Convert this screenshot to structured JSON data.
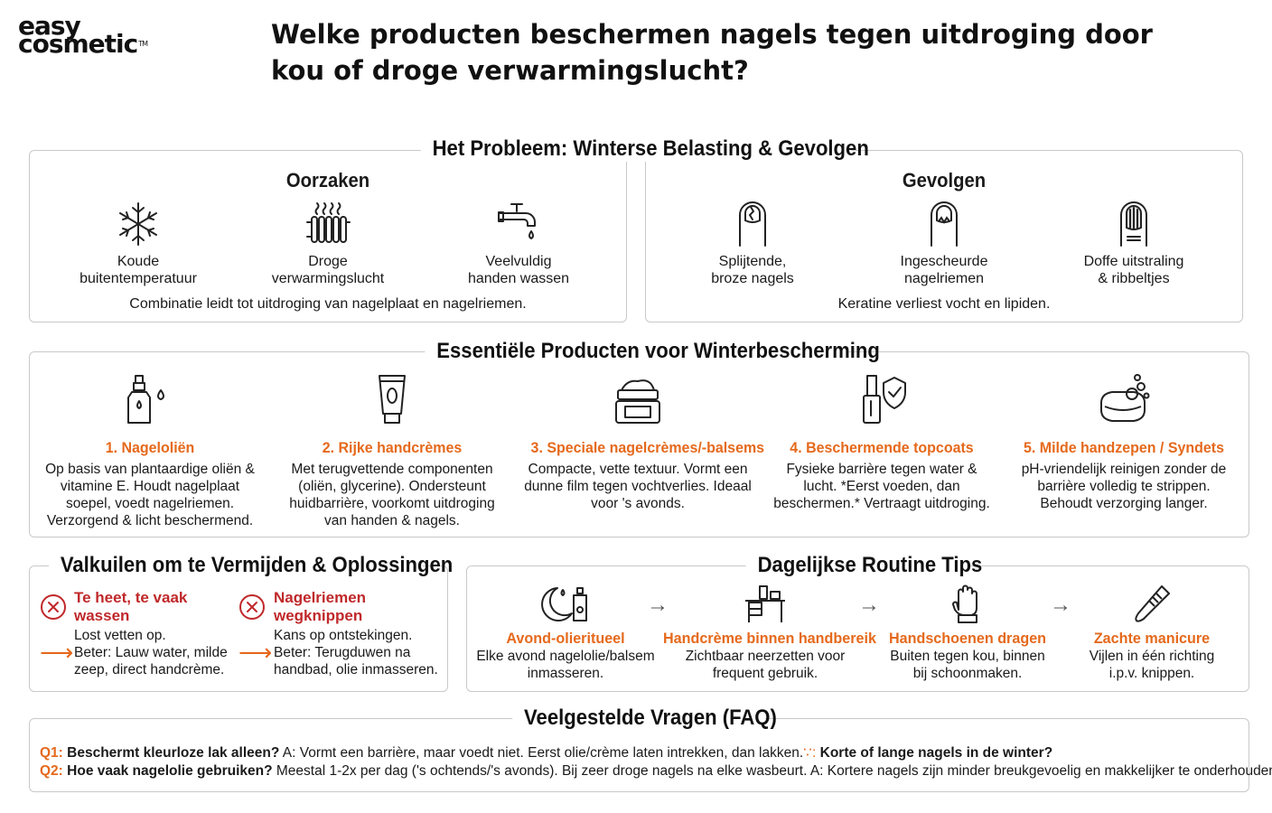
{
  "logo": {
    "line1": "easy",
    "line2": "cosmetic",
    "tm": "TM"
  },
  "title": "Welke producten beschermen nagels tegen uitdroging door kou of droge verwarmingslucht?",
  "problem": {
    "heading": "Het Probleem: Winterse Belasting & Gevolgen",
    "causes_title": "Oorzaken",
    "causes": [
      {
        "icon": "snowflake-icon",
        "label1": "Koude",
        "label2": "buitentemperatuur"
      },
      {
        "icon": "radiator-icon",
        "label1": "Droge",
        "label2": "verwarmingslucht"
      },
      {
        "icon": "faucet-icon",
        "label1": "Veelvuldig",
        "label2": "handen wassen"
      }
    ],
    "causes_note": "Combinatie leidt tot uitdroging van nagelplaat en nagelriemen.",
    "effects_title": "Gevolgen",
    "effects": [
      {
        "icon": "split-nail-icon",
        "label1": "Splijtende,",
        "label2": "broze nagels"
      },
      {
        "icon": "torn-cuticle-icon",
        "label1": "Ingescheurde",
        "label2": "nagelriemen"
      },
      {
        "icon": "ridged-nail-icon",
        "label1": "Doffe uitstraling",
        "label2": "& ribbeltjes"
      }
    ],
    "effects_note": "Keratine verliest vocht en lipiden."
  },
  "products": {
    "heading": "Essentiële Producten voor Winterbescherming",
    "items": [
      {
        "icon": "oil-dropper-icon",
        "title": "1. Nageloliën",
        "desc": "Op basis van plantaardige oliën & vitamine E. Houdt nagelplaat soepel, voedt nagelriemen. Verzorgend & licht beschermend."
      },
      {
        "icon": "cream-tube-icon",
        "title": "2. Rijke handcrèmes",
        "desc": "Met terugvettende componenten (oliën, glycerine). Ondersteunt huidbarrière, voorkomt uitdroging van handen & nagels."
      },
      {
        "icon": "balm-jar-icon",
        "title": "3. Speciale nagelcrèmes/-balsems",
        "desc": "Compacte, vette textuur. Vormt een dunne film tegen vochtverlies. Ideaal voor 's avonds."
      },
      {
        "icon": "topcoat-shield-icon",
        "title": "4. Beschermende topcoats",
        "desc": "Fysieke barrière tegen water & lucht. *Eerst voeden, dan beschermen.* Vertraagt uitdroging."
      },
      {
        "icon": "soap-bar-icon",
        "title": "5. Milde handzepen / Syndets",
        "desc": "pH-vriendelijk reinigen zonder de barrière volledig te strippen. Behoudt verzorging langer."
      }
    ]
  },
  "pitfalls": {
    "heading": "Valkuilen om te Vermijden & Oplossingen",
    "items": [
      {
        "title1": "Te heet, te vaak",
        "title2": "wassen",
        "line1": "Lost vetten op.",
        "line2": "Beter: Lauw water, milde",
        "line3": "zeep, direct handcrème."
      },
      {
        "title1": "Nagelriemen",
        "title2": "wegknippen",
        "line1": "Kans op ontstekingen.",
        "line2": "Beter: Terugduwen na",
        "line3": "handbad, olie inmasseren."
      }
    ]
  },
  "routine": {
    "heading": "Dagelijkse Routine Tips",
    "arrow": "→",
    "items": [
      {
        "icon": "moon-oil-icon",
        "title": "Avond-olieritueel",
        "line1": "Elke avond nagelolie/balsem",
        "line2": "inmasseren."
      },
      {
        "icon": "desk-cream-icon",
        "title": "Handcrème binnen handbereik",
        "line1": "Zichtbaar neerzetten voor",
        "line2": "frequent gebruik."
      },
      {
        "icon": "glove-icon",
        "title": "Handschoenen dragen",
        "line1": "Buiten tegen kou, binnen",
        "line2": "bij schoonmaken."
      },
      {
        "icon": "nail-file-icon",
        "title": "Zachte manicure",
        "line1": "Vijlen in één richting",
        "line2": "i.p.v. knippen."
      }
    ]
  },
  "faq": {
    "heading": "Veelgestelde Vragen (FAQ)",
    "q1_label": "Q1:",
    "q1_question": "Beschermt kleurloze lak alleen?",
    "q1_answer": " A: Vormt een barrière, maar voedt niet. Eerst olie/crème laten intrekken, dan lakken.",
    "q1_sep": "∵:",
    "q1_extra": " Korte of lange nagels in de winter?",
    "q2_label": "Q2:",
    "q2_question": "Hoe vaak nagelolie gebruiken?",
    "q2_answer": " Meestal 1-2x per dag ('s ochtends/'s avonds). Bij zeer droge nagels na elke wasbeurt. A: Kortere nagels zijn minder breukgevoelig en makkelijker te onderhouden."
  },
  "colors": {
    "accent": "#e5691c",
    "warning": "#c0282a",
    "border": "#c9c9c9"
  }
}
